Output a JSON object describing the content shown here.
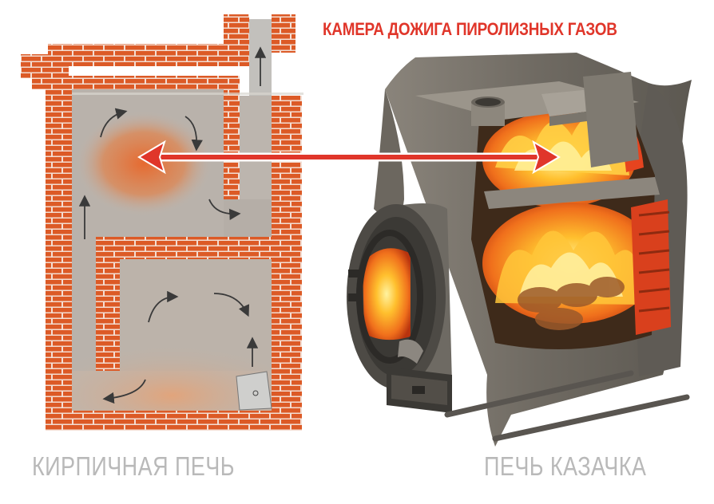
{
  "title": "КАМЕРА ДОЖИГА ПИРОЛИЗНЫХ ГАЗОВ",
  "left_caption": "КИРПИЧНАЯ ПЕЧЬ",
  "right_caption": "ПЕЧЬ КАЗАЧКА",
  "colors": {
    "brick": "#dc5a26",
    "mortar": "#f3ddd2",
    "cavity": "#b9b2ab",
    "heat": "#e8662a",
    "arrow": "#e0362a",
    "metal": "#7d786f",
    "flame": "#ffb62a",
    "caption": "#b9b9b9"
  },
  "icons": [
    "double-arrow-icon",
    "flow-arrow-icon",
    "flame-icon"
  ]
}
